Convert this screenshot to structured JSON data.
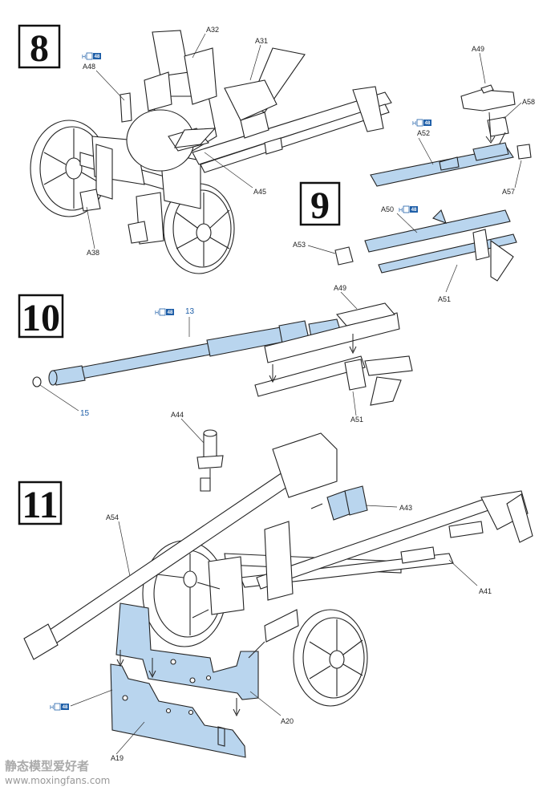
{
  "steps": {
    "s8": {
      "number": "8",
      "labels": {
        "a32": "A32",
        "a31": "A31",
        "a48": "A48",
        "a45": "A45",
        "a38": "A38"
      },
      "paint_ref": "48"
    },
    "s9": {
      "number": "9",
      "labels": {
        "a49": "A49",
        "a58": "A58",
        "a52": "A52",
        "a57": "A57",
        "a50": "A50",
        "a53": "A53",
        "a51": "A51"
      },
      "paint_ref_a52": "48",
      "paint_ref_a50": "48"
    },
    "s10": {
      "number": "10",
      "labels": {
        "a49": "A49",
        "p13": "13",
        "p15": "15",
        "a51": "A51"
      },
      "paint_ref": "48"
    },
    "s11": {
      "number": "11",
      "labels": {
        "a44": "A44",
        "a54": "A54",
        "a43": "A43",
        "a41": "A41",
        "a20": "A20",
        "a19": "A19"
      },
      "paint_ref": "48"
    }
  },
  "paint_icon": {
    "letter": "H"
  },
  "watermark": {
    "cn": "静态模型爱好者",
    "url": "www.moxingfans.com"
  },
  "colors": {
    "highlight": "#b9d5ee",
    "ref_blue": "#1f5fa8"
  }
}
